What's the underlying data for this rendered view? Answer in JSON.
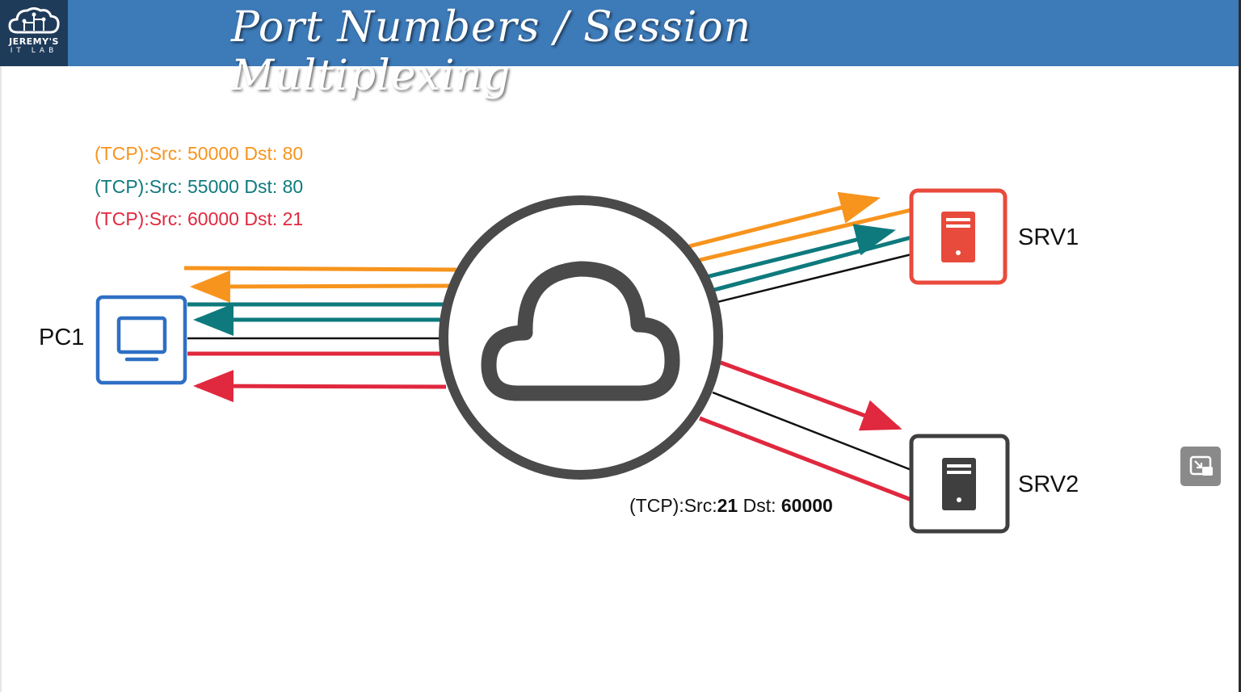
{
  "header": {
    "title": "Port Numbers / Session Multiplexing",
    "logo_line1": "JEREMY'S",
    "logo_line2": "IT LAB"
  },
  "legend": [
    {
      "text": "(TCP):Src: 50000 Dst: 80",
      "color": "#f7941d"
    },
    {
      "text": "(TCP):Src: 55000 Dst: 80",
      "color": "#0e7a7d"
    },
    {
      "text": "(TCP):Src: 60000 Dst: 21",
      "color": "#e0283e"
    }
  ],
  "nodes": {
    "pc1": "PC1",
    "srv1": "SRV1",
    "srv2": "SRV2"
  },
  "bottom_label": {
    "prefix": "(TCP):Src:",
    "src": "21",
    "mid": " Dst: ",
    "dst": "60000"
  },
  "colors": {
    "orange": "#f7941d",
    "teal": "#0e7a7d",
    "red": "#e0283e",
    "blue": "#2e6fc4",
    "server_red": "#e84a3c",
    "server_dark": "#3f3f3f",
    "cloud_ring": "#4a4a4a"
  },
  "icons": {
    "pc": "monitor-icon",
    "srv1": "server-icon",
    "srv2": "server-icon",
    "internet": "cloud-icon",
    "pip": "picture-in-picture-icon"
  }
}
